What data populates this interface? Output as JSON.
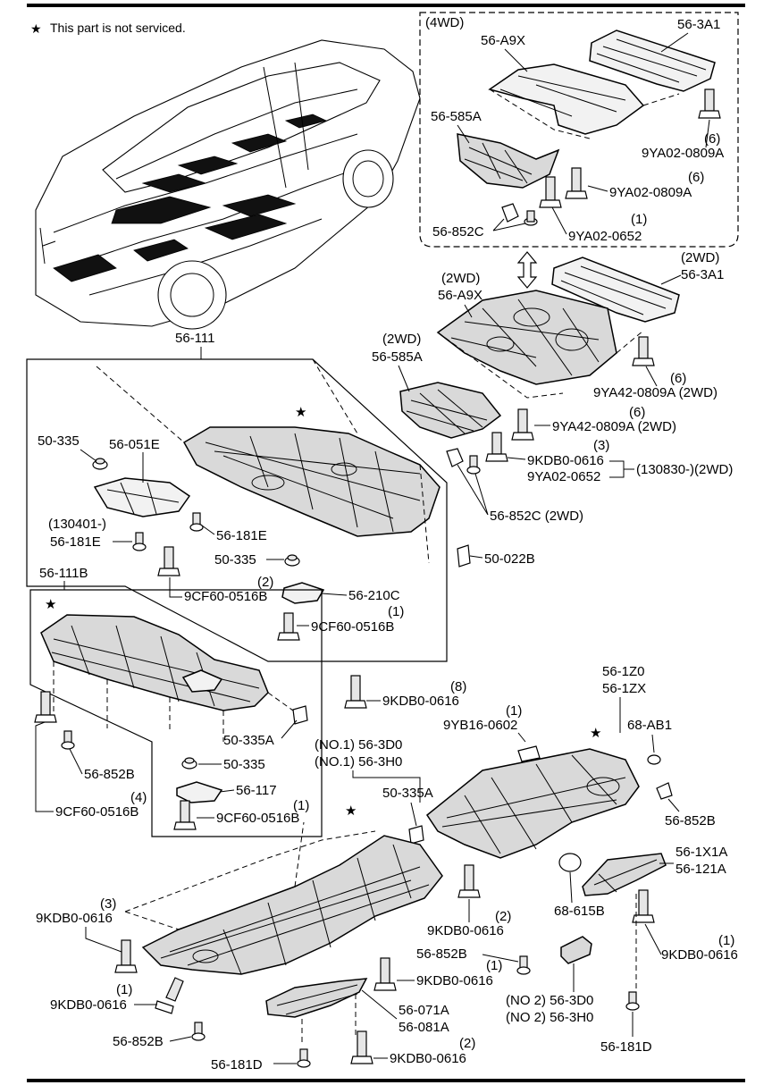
{
  "note": {
    "star": "★",
    "text": "This part is not serviced."
  },
  "labels": [
    {
      "id": "56-3A1-4wd",
      "text": "56-3A1"
    },
    {
      "id": "4wd-box-title",
      "text": "(4WD)"
    },
    {
      "id": "56-A9X-4wd",
      "text": "56-A9X"
    },
    {
      "id": "56-585A-4wd",
      "text": "56-585A"
    },
    {
      "id": "9YA02-0809A-q1",
      "text": "(6)"
    },
    {
      "id": "9YA02-0809A-a",
      "text": "9YA02-0809A"
    },
    {
      "id": "9YA02-0809A-q2",
      "text": "(6)"
    },
    {
      "id": "9YA02-0809A-b",
      "text": "9YA02-0809A"
    },
    {
      "id": "56-852C-4wd",
      "text": "56-852C"
    },
    {
      "id": "9YA02-0652-q",
      "text": "(1)"
    },
    {
      "id": "9YA02-0652-4wd",
      "text": "9YA02-0652"
    },
    {
      "id": "2wd-3a1",
      "text": "(2WD)"
    },
    {
      "id": "56-3A1-2wd",
      "text": "56-3A1"
    },
    {
      "id": "2wd-a9x",
      "text": "(2WD)"
    },
    {
      "id": "56-A9X-2wd",
      "text": "56-A9X"
    },
    {
      "id": "2wd-585a",
      "text": "(2WD)"
    },
    {
      "id": "56-585A-2wd",
      "text": "56-585A"
    },
    {
      "id": "9YA42-q1",
      "text": "(6)"
    },
    {
      "id": "9YA42-0809A-a",
      "text": "9YA42-0809A (2WD)"
    },
    {
      "id": "9YA42-q2",
      "text": "(6)"
    },
    {
      "id": "9YA42-0809A-b",
      "text": "9YA42-0809A (2WD)"
    },
    {
      "id": "9KDB0-q3",
      "text": "(3)"
    },
    {
      "id": "9KDB0-0616-a",
      "text": "9KDB0-0616"
    },
    {
      "id": "9YA02-0652-2wd",
      "text": "9YA02-0652"
    },
    {
      "id": "range-130830",
      "text": "(130830-)(2WD)"
    },
    {
      "id": "56-852C-2wd",
      "text": "56-852C (2WD)"
    },
    {
      "id": "56-111",
      "text": "56-111"
    },
    {
      "id": "50-335-a",
      "text": "50-335"
    },
    {
      "id": "56-051E",
      "text": "56-051E"
    },
    {
      "id": "range-130401",
      "text": "(130401-)"
    },
    {
      "id": "56-181E-a",
      "text": "56-181E"
    },
    {
      "id": "56-181E-b",
      "text": "56-181E"
    },
    {
      "id": "50-335-b",
      "text": "50-335"
    },
    {
      "id": "9CF60-q2",
      "text": "(2)"
    },
    {
      "id": "9CF60-0516B-a",
      "text": "9CF60-0516B"
    },
    {
      "id": "56-210C",
      "text": "56-210C"
    },
    {
      "id": "9CF60-q1",
      "text": "(1)"
    },
    {
      "id": "9CF60-0516B-b",
      "text": "9CF60-0516B"
    },
    {
      "id": "50-022B",
      "text": "50-022B"
    },
    {
      "id": "56-111B",
      "text": "56-111B"
    },
    {
      "id": "9KDB0-q8",
      "text": "(8)"
    },
    {
      "id": "9KDB0-0616-b",
      "text": "9KDB0-0616"
    },
    {
      "id": "56-1Z0",
      "text": "56-1Z0"
    },
    {
      "id": "56-1ZX",
      "text": "56-1ZX"
    },
    {
      "id": "9YB16-q1",
      "text": "(1)"
    },
    {
      "id": "9YB16-0602",
      "text": "9YB16-0602"
    },
    {
      "id": "68-AB1",
      "text": "68-AB1"
    },
    {
      "id": "50-335A-a",
      "text": "50-335A"
    },
    {
      "id": "no1-3d0",
      "text": "(NO.1) 56-3D0"
    },
    {
      "id": "no1-3h0",
      "text": "(NO.1) 56-3H0"
    },
    {
      "id": "56-852B-a",
      "text": "56-852B"
    },
    {
      "id": "50-335-c",
      "text": "50-335"
    },
    {
      "id": "56-117",
      "text": "56-117"
    },
    {
      "id": "9CF60-q4",
      "text": "(4)"
    },
    {
      "id": "9CF60-0516B-c",
      "text": "9CF60-0516B"
    },
    {
      "id": "9CF60-q1b",
      "text": "(1)"
    },
    {
      "id": "9CF60-0516B-d",
      "text": "9CF60-0516B"
    },
    {
      "id": "50-335A-b",
      "text": "50-335A"
    },
    {
      "id": "56-852B-b",
      "text": "56-852B"
    },
    {
      "id": "56-1X1A",
      "text": "56-1X1A"
    },
    {
      "id": "56-121A",
      "text": "56-121A"
    },
    {
      "id": "68-615B",
      "text": "68-615B"
    },
    {
      "id": "9KDB0-q3b",
      "text": "(3)"
    },
    {
      "id": "9KDB0-0616-c",
      "text": "9KDB0-0616"
    },
    {
      "id": "9KDB0-q2a",
      "text": "(2)"
    },
    {
      "id": "9KDB0-0616-d",
      "text": "9KDB0-0616"
    },
    {
      "id": "9KDB0-q1a",
      "text": "(1)"
    },
    {
      "id": "9KDB0-0616-e",
      "text": "9KDB0-0616"
    },
    {
      "id": "56-852B-c",
      "text": "56-852B"
    },
    {
      "id": "9KDB0-q1b",
      "text": "(1)"
    },
    {
      "id": "9KDB0-0616-f",
      "text": "9KDB0-0616"
    },
    {
      "id": "9KDB0-q1c",
      "text": "(1)"
    },
    {
      "id": "9KDB0-0616-g",
      "text": "9KDB0-0616"
    },
    {
      "id": "56-071A",
      "text": "56-071A"
    },
    {
      "id": "56-081A",
      "text": "56-081A"
    },
    {
      "id": "no2-3d0",
      "text": "(NO 2) 56-3D0"
    },
    {
      "id": "no2-3h0",
      "text": "(NO 2) 56-3H0"
    },
    {
      "id": "56-852B-d",
      "text": "56-852B"
    },
    {
      "id": "56-181D-a",
      "text": "56-181D"
    },
    {
      "id": "9KDB0-q2b",
      "text": "(2)"
    },
    {
      "id": "9KDB0-0616-h",
      "text": "9KDB0-0616"
    },
    {
      "id": "56-181D-b",
      "text": "56-181D"
    }
  ]
}
